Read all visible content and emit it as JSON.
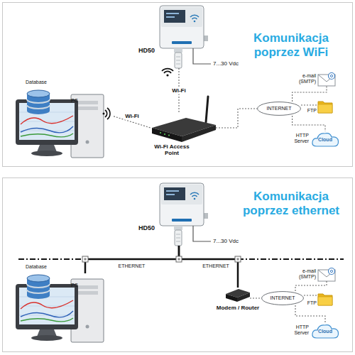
{
  "diagram": {
    "nodes": [
      {
        "text": [
          "Komunikacja poprzez WiFi"
        ]
      },
      {
        "text": [
          "HD50"
        ],
        "in": 0
      },
      {
        "text": [
          "Database",
          "PC"
        ],
        "in": 0
      },
      {
        "text": [
          "Wi-Fi Access Point"
        ],
        "in": 0
      },
      {
        "text": [
          "INTERNET"
        ],
        "in": 0
      },
      {
        "text": [
          "e-mail (SMTP)"
        ],
        "in": 0
      },
      {
        "text": [
          "FTP"
        ],
        "in": 0
      },
      {
        "text": [
          "HTTP Server",
          "Cloud"
        ],
        "in": 0
      },
      {
        "text": [
          "Komunikacja poprzez ethernet"
        ]
      },
      {
        "text": [
          "HD50"
        ],
        "in": 8
      },
      {
        "text": [
          "Database",
          "PC"
        ],
        "in": 8
      },
      {
        "text": [
          "Modem / Router"
        ],
        "in": 8
      },
      {
        "text": [
          "INTERNET"
        ],
        "in": 8
      },
      {
        "text": [
          "e-mail (SMTP)"
        ],
        "in": 8
      },
      {
        "text": [
          "FTP"
        ],
        "in": 8
      },
      {
        "text": [
          "HTTP Server",
          "Cloud"
        ],
        "in": 8
      }
    ],
    "edges": [
      {
        "from": 1,
        "to": 3,
        "label": "Wi-Fi",
        "arrow": "none"
      },
      {
        "from": 2,
        "to": 3,
        "label": "Wi-Fi",
        "arrow": "none"
      },
      {
        "from": 3,
        "to": 4,
        "arrow": "none"
      },
      {
        "from": 4,
        "to": 5,
        "arrow": "none"
      },
      {
        "from": 4,
        "to": 6,
        "arrow": "none"
      },
      {
        "from": 4,
        "to": 7,
        "arrow": "none"
      },
      {
        "from": 10,
        "to": 9,
        "label": "ETHERNET",
        "arrow": "none"
      },
      {
        "from": 9,
        "to": 11,
        "label": "ETHERNET",
        "arrow": "none"
      },
      {
        "from": 11,
        "to": 12,
        "arrow": "none"
      },
      {
        "from": 12,
        "to": 13,
        "arrow": "none"
      },
      {
        "from": 12,
        "to": 14,
        "arrow": "none"
      },
      {
        "from": 12,
        "to": 15,
        "arrow": "none"
      }
    ],
    "labels": [
      "7...30 Vdc",
      "7...30 Vdc"
    ]
  }
}
